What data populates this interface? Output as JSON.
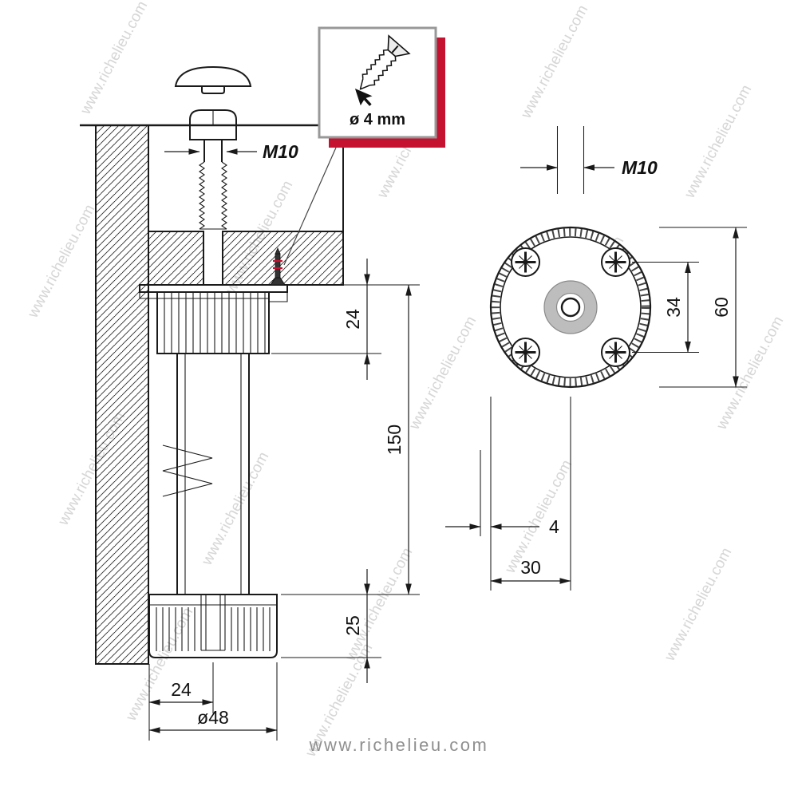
{
  "page": {
    "watermark": "www.richelieu.com",
    "footer_url": "www.richelieu.com",
    "accent_color": "#c51230"
  },
  "callout": {
    "icon": "countersunk-screw-icon",
    "label": "ø 4 mm"
  },
  "section_view": {
    "bolt_label": "M10",
    "dims": {
      "flange_height": "24",
      "leg_height": "150",
      "foot_height": "25",
      "foot_radius": "24",
      "foot_diameter": "ø48"
    }
  },
  "top_view": {
    "bolt_label": "M10",
    "dims": {
      "screw_spacing": "34",
      "plate_diameter": "60",
      "edge_offset": "4",
      "center_to_edge": "30"
    }
  }
}
